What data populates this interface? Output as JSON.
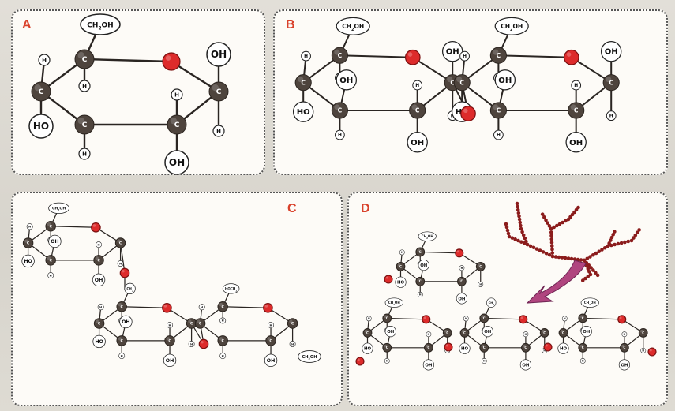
{
  "panels": {
    "a": {
      "label": "A"
    },
    "b": {
      "label": "B"
    },
    "c": {
      "label": "C"
    },
    "d": {
      "label": "D"
    }
  },
  "labels": {
    "ch2oh_html": "CH<tspan baseline-shift=\"sub\" font-size=\"0.65em\">2</tspan>OH",
    "ch2": "CH",
    "hoch2": "HOCH",
    "sub2": "2",
    "oh": "OH",
    "ho": "HO",
    "c": "C",
    "h": "H"
  },
  "colors": {
    "carbon": "#4e443d",
    "oxygen": "#dd2b2b",
    "bond": "#2a2522",
    "panel_label": "#d9412b",
    "chain": "#8b1c1c",
    "arrow": "#b0457f"
  }
}
